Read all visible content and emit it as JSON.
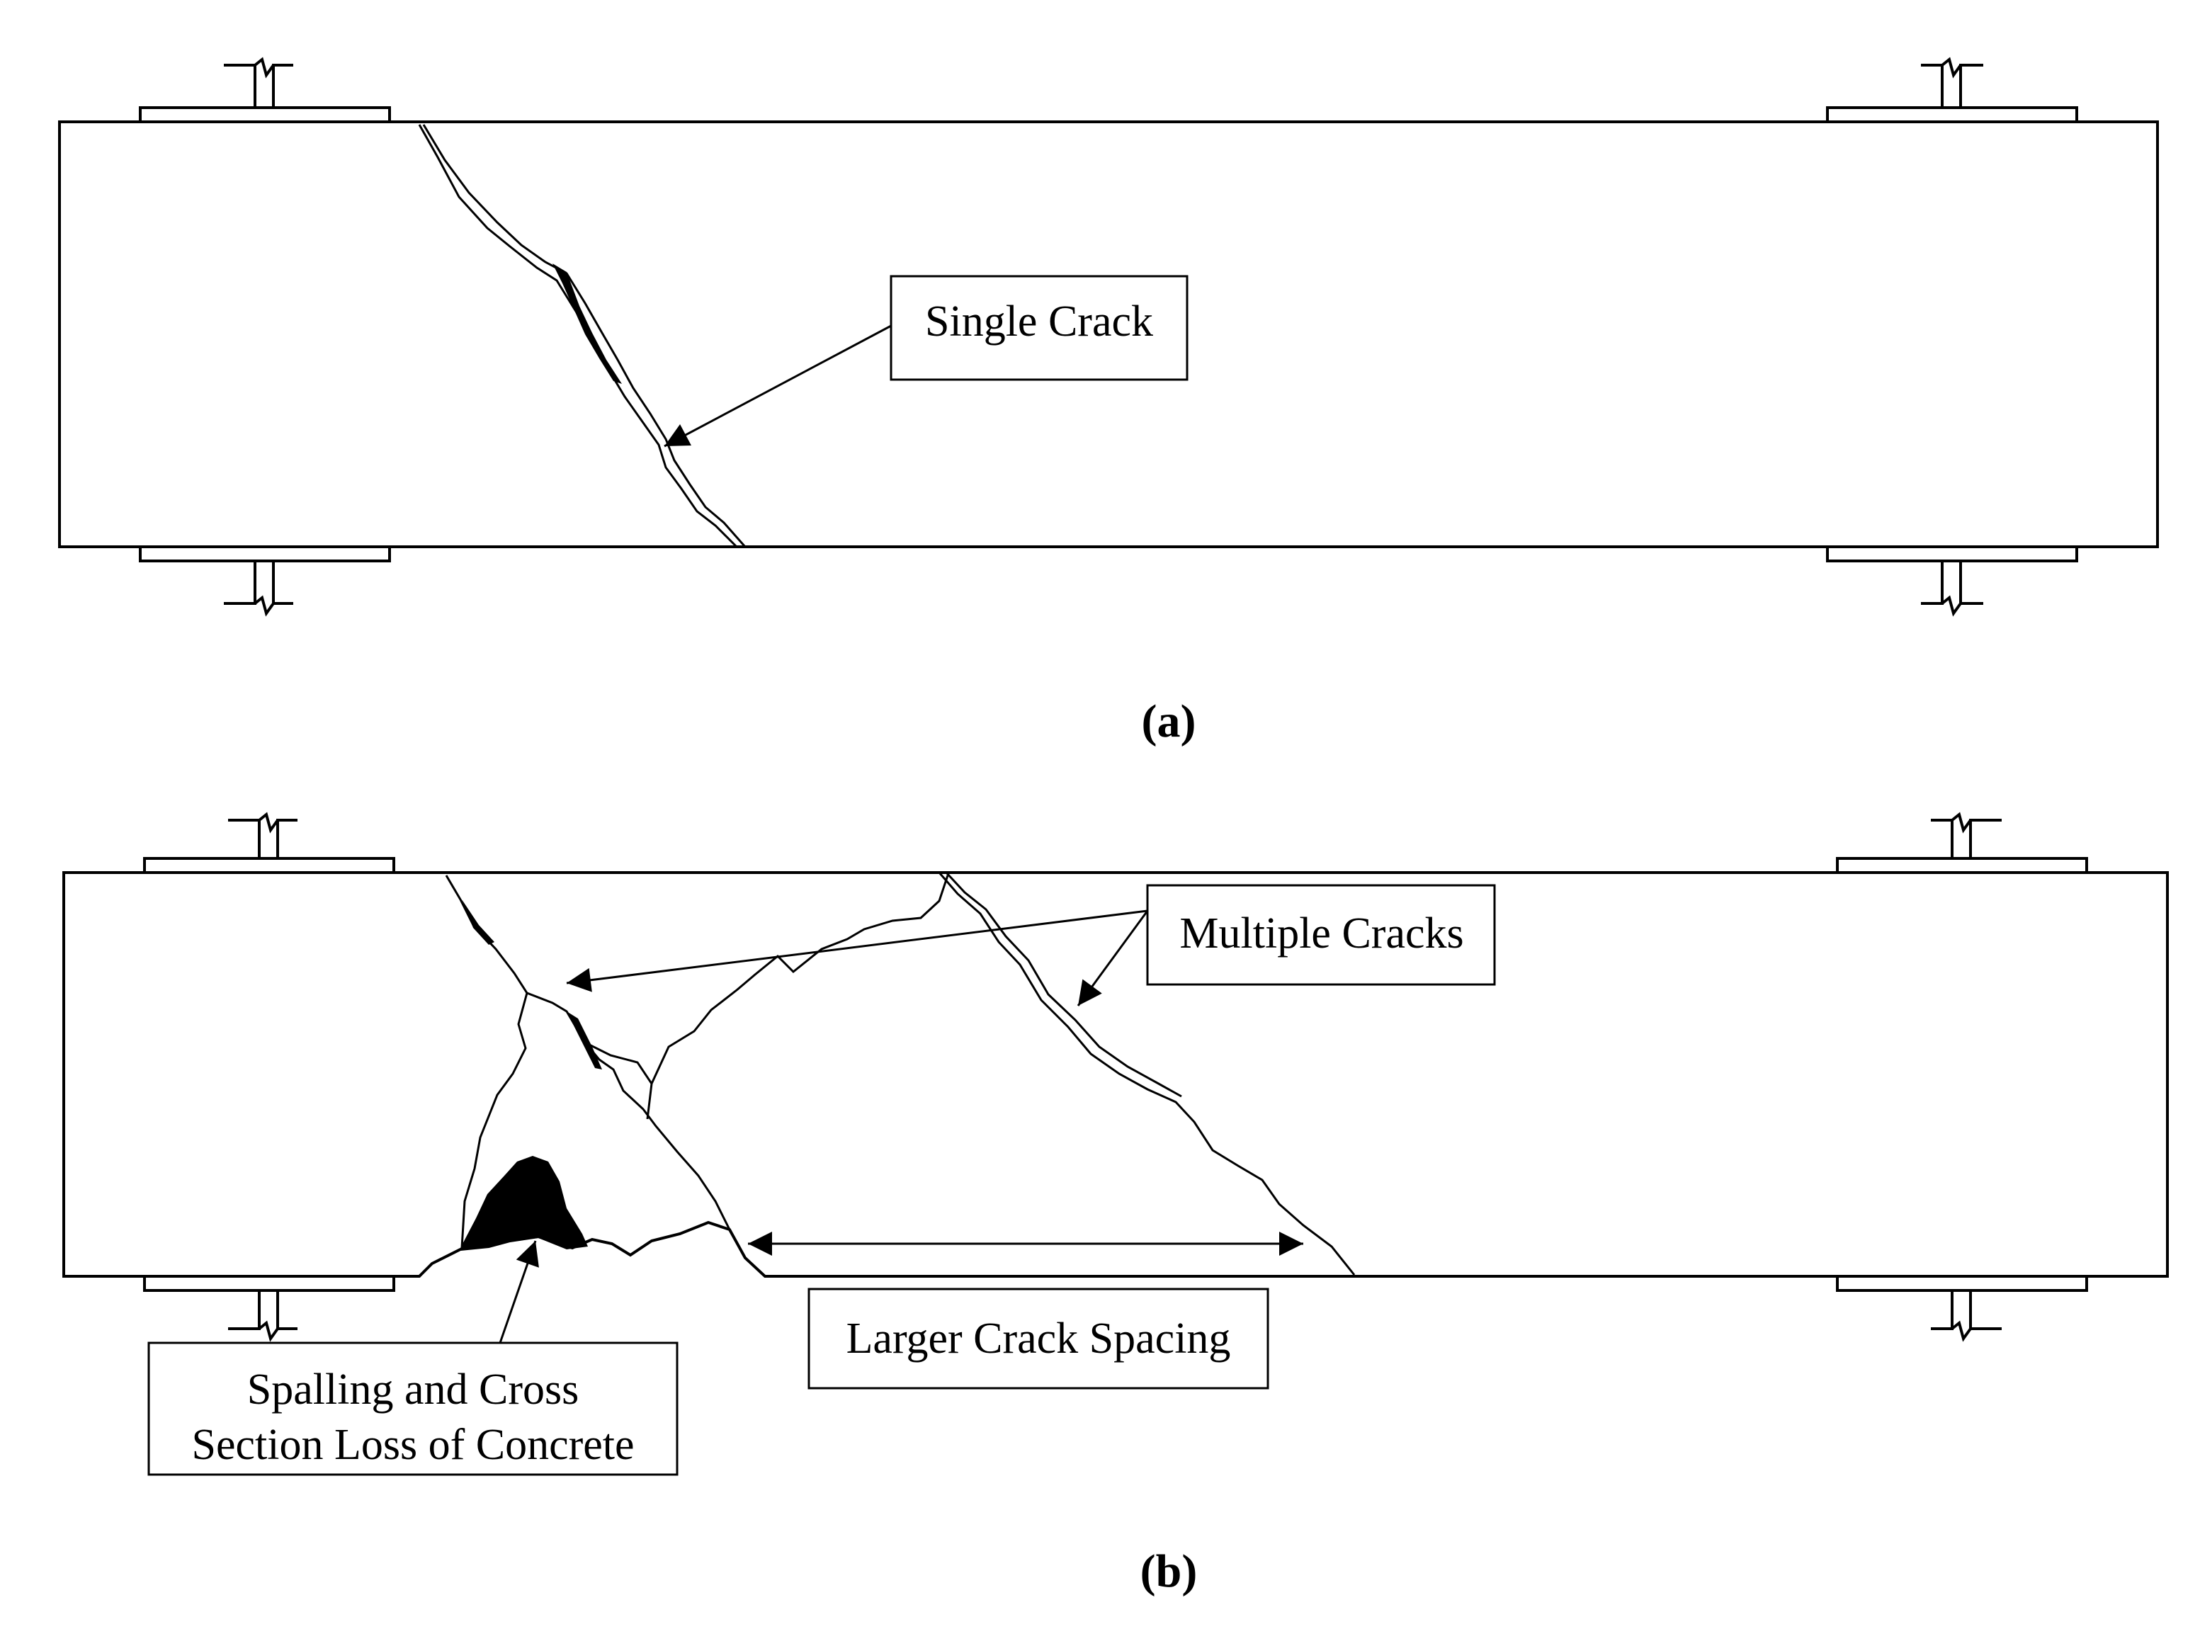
{
  "panel_a": {
    "caption": "(a)",
    "callout": "Single Crack"
  },
  "panel_b": {
    "caption": "(b)",
    "callouts": {
      "multiple_cracks": "Multiple Cracks",
      "crack_spacing": "Larger Crack Spacing",
      "spalling_line1": "Spalling and Cross",
      "spalling_line2": "Section Loss of Concrete"
    }
  }
}
